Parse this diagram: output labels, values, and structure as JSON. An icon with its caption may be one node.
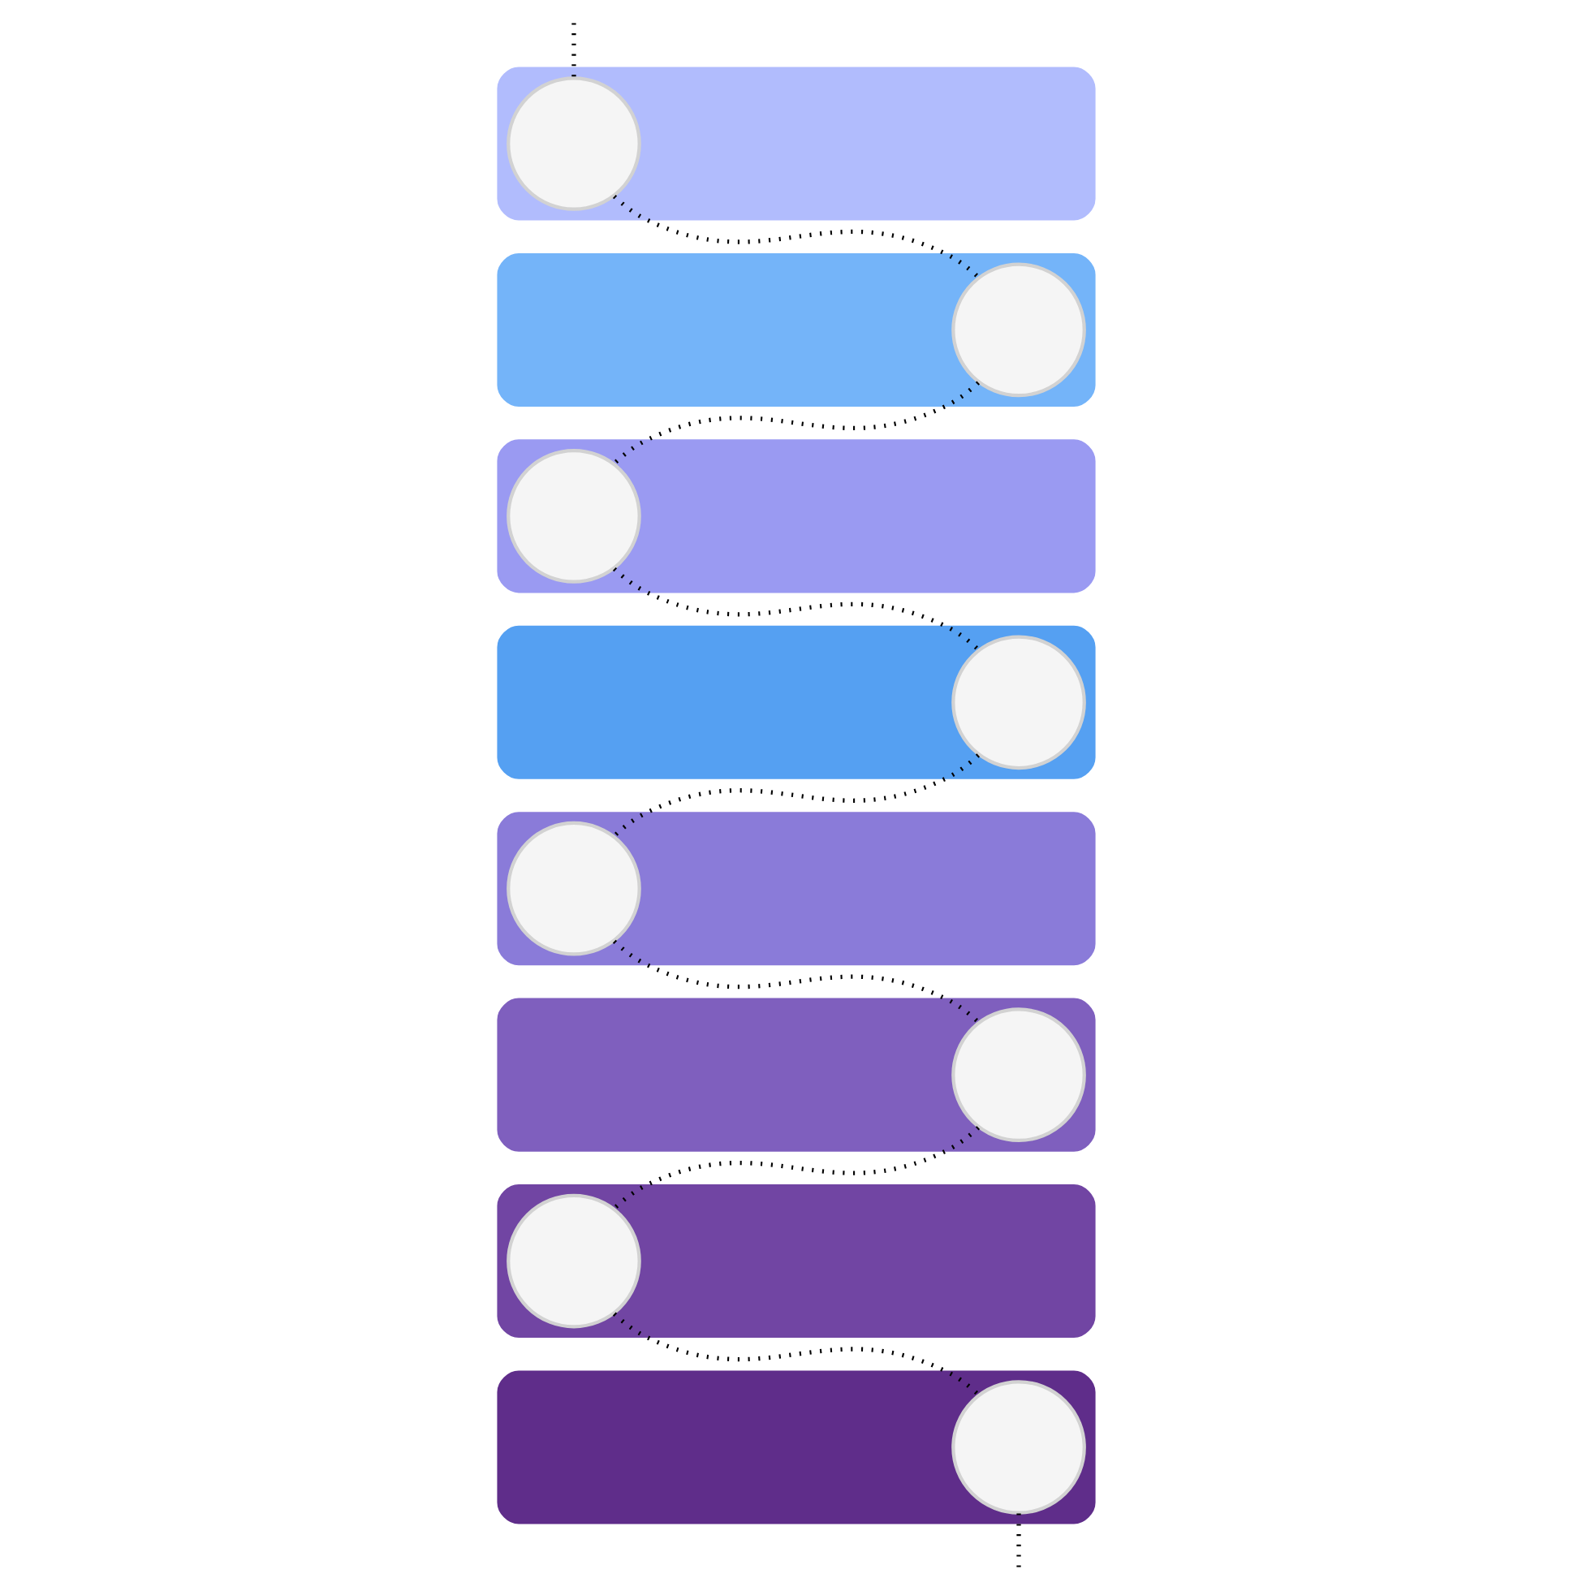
{
  "diagram": {
    "nodes": [
      {
        "text": [],
        "shape": "bar"
      },
      {
        "text": [],
        "shape": "circle",
        "in": 0
      },
      {
        "text": [],
        "shape": "bar"
      },
      {
        "text": [],
        "shape": "circle",
        "in": 2
      },
      {
        "text": [],
        "shape": "bar"
      },
      {
        "text": [],
        "shape": "circle",
        "in": 4
      },
      {
        "text": [],
        "shape": "bar"
      },
      {
        "text": [],
        "shape": "circle",
        "in": 6
      },
      {
        "text": [],
        "shape": "bar"
      },
      {
        "text": [],
        "shape": "circle",
        "in": 8
      },
      {
        "text": [],
        "shape": "bar"
      },
      {
        "text": [],
        "shape": "circle",
        "in": 10
      },
      {
        "text": [],
        "shape": "bar"
      },
      {
        "text": [],
        "shape": "circle",
        "in": 12
      },
      {
        "text": [],
        "shape": "bar"
      },
      {
        "text": [],
        "shape": "circle",
        "in": 14
      }
    ],
    "edges": [
      {
        "from": null,
        "to": 1,
        "arrow": "none",
        "style": "dashed"
      },
      {
        "from": 1,
        "to": 3,
        "arrow": "none",
        "style": "dashed"
      },
      {
        "from": 3,
        "to": 5,
        "arrow": "none",
        "style": "dashed"
      },
      {
        "from": 5,
        "to": 7,
        "arrow": "none",
        "style": "dashed"
      },
      {
        "from": 7,
        "to": 9,
        "arrow": "none",
        "style": "dashed"
      },
      {
        "from": 9,
        "to": 11,
        "arrow": "none",
        "style": "dashed"
      },
      {
        "from": 11,
        "to": 13,
        "arrow": "none",
        "style": "dashed"
      },
      {
        "from": 13,
        "to": 15,
        "arrow": "none",
        "style": "dashed"
      },
      {
        "from": 15,
        "to": null,
        "arrow": "none",
        "style": "dashed"
      }
    ]
  }
}
